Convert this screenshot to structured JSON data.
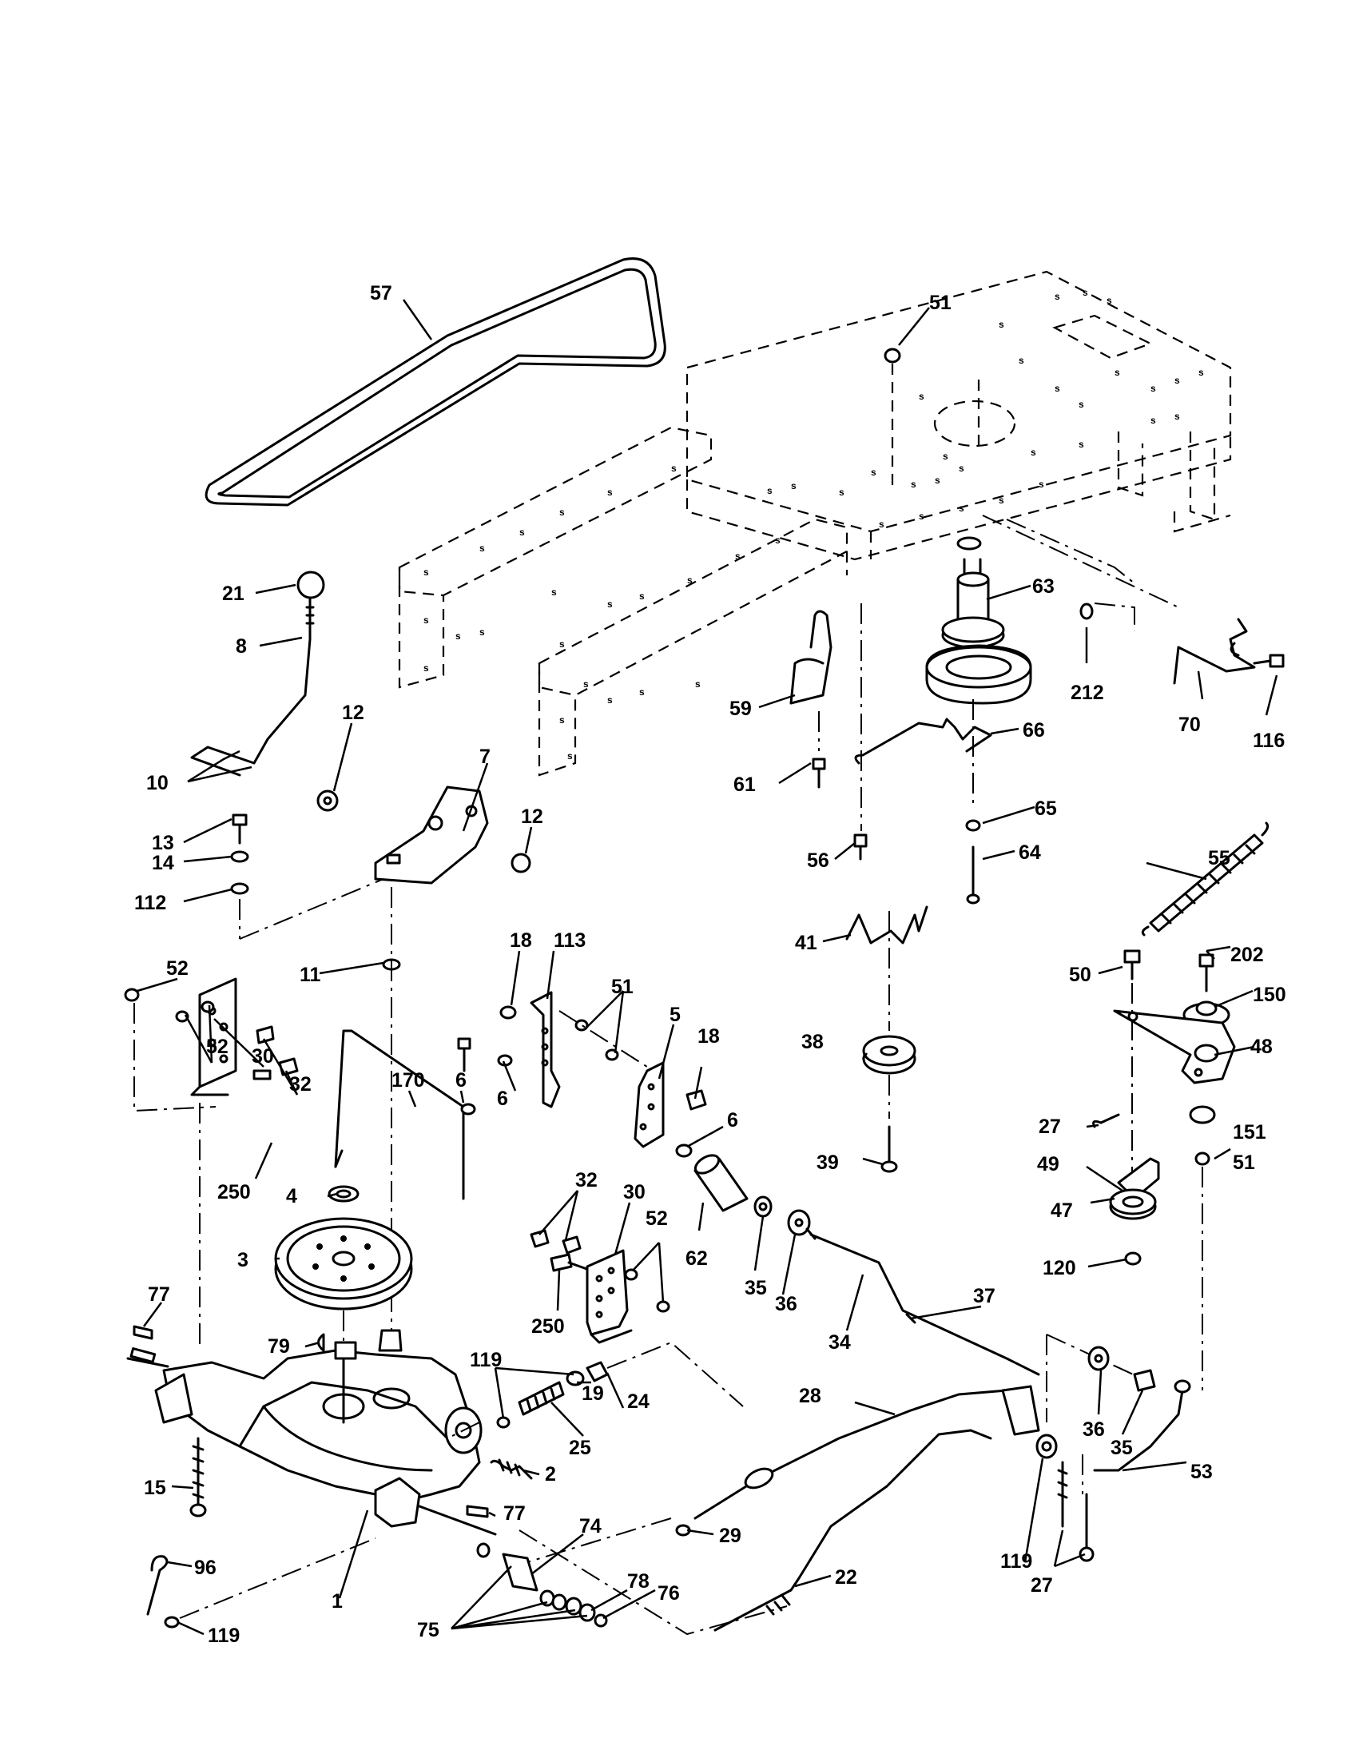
{
  "callouts": [
    {
      "id": "57",
      "text": "57"
    },
    {
      "id": "51a",
      "text": "51"
    },
    {
      "id": "21",
      "text": "21"
    },
    {
      "id": "8",
      "text": "8"
    },
    {
      "id": "63",
      "text": "63"
    },
    {
      "id": "212",
      "text": "212"
    },
    {
      "id": "70",
      "text": "70"
    },
    {
      "id": "116",
      "text": "116"
    },
    {
      "id": "59",
      "text": "59"
    },
    {
      "id": "66",
      "text": "66"
    },
    {
      "id": "12a",
      "text": "12"
    },
    {
      "id": "10",
      "text": "10"
    },
    {
      "id": "7",
      "text": "7"
    },
    {
      "id": "61",
      "text": "61"
    },
    {
      "id": "65",
      "text": "65"
    },
    {
      "id": "56",
      "text": "56"
    },
    {
      "id": "64",
      "text": "64"
    },
    {
      "id": "55",
      "text": "55"
    },
    {
      "id": "13",
      "text": "13"
    },
    {
      "id": "12b",
      "text": "12"
    },
    {
      "id": "14",
      "text": "14"
    },
    {
      "id": "112",
      "text": "112"
    },
    {
      "id": "41",
      "text": "41"
    },
    {
      "id": "18a",
      "text": "18"
    },
    {
      "id": "113",
      "text": "113"
    },
    {
      "id": "11",
      "text": "11"
    },
    {
      "id": "52a",
      "text": "52"
    },
    {
      "id": "50",
      "text": "50"
    },
    {
      "id": "202",
      "text": "202"
    },
    {
      "id": "51b",
      "text": "51"
    },
    {
      "id": "150",
      "text": "150"
    },
    {
      "id": "5",
      "text": "5"
    },
    {
      "id": "52b",
      "text": "52"
    },
    {
      "id": "30a",
      "text": "30"
    },
    {
      "id": "18b",
      "text": "18"
    },
    {
      "id": "48",
      "text": "48"
    },
    {
      "id": "38",
      "text": "38"
    },
    {
      "id": "170",
      "text": "170"
    },
    {
      "id": "6a",
      "text": "6"
    },
    {
      "id": "32a",
      "text": "32"
    },
    {
      "id": "6b",
      "text": "6"
    },
    {
      "id": "6c",
      "text": "6"
    },
    {
      "id": "27a",
      "text": "27"
    },
    {
      "id": "151",
      "text": "151"
    },
    {
      "id": "51c",
      "text": "51"
    },
    {
      "id": "39",
      "text": "39"
    },
    {
      "id": "250a",
      "text": "250"
    },
    {
      "id": "4",
      "text": "4"
    },
    {
      "id": "49",
      "text": "49"
    },
    {
      "id": "32b",
      "text": "32"
    },
    {
      "id": "30b",
      "text": "30"
    },
    {
      "id": "52c",
      "text": "52"
    },
    {
      "id": "47",
      "text": "47"
    },
    {
      "id": "3",
      "text": "3"
    },
    {
      "id": "62",
      "text": "62"
    },
    {
      "id": "35a",
      "text": "35"
    },
    {
      "id": "36a",
      "text": "36"
    },
    {
      "id": "120",
      "text": "120"
    },
    {
      "id": "77a",
      "text": "77"
    },
    {
      "id": "34",
      "text": "34"
    },
    {
      "id": "37",
      "text": "37"
    },
    {
      "id": "250b",
      "text": "250"
    },
    {
      "id": "79",
      "text": "79"
    },
    {
      "id": "119a",
      "text": "119"
    },
    {
      "id": "19",
      "text": "19"
    },
    {
      "id": "24",
      "text": "24"
    },
    {
      "id": "28",
      "text": "28"
    },
    {
      "id": "36b",
      "text": "36"
    },
    {
      "id": "35b",
      "text": "35"
    },
    {
      "id": "25",
      "text": "25"
    },
    {
      "id": "53",
      "text": "53"
    },
    {
      "id": "2",
      "text": "2"
    },
    {
      "id": "15",
      "text": "15"
    },
    {
      "id": "77b",
      "text": "77"
    },
    {
      "id": "29",
      "text": "29"
    },
    {
      "id": "74",
      "text": "74"
    },
    {
      "id": "96",
      "text": "96"
    },
    {
      "id": "22",
      "text": "22"
    },
    {
      "id": "78",
      "text": "78"
    },
    {
      "id": "76",
      "text": "76"
    },
    {
      "id": "1",
      "text": "1"
    },
    {
      "id": "119b",
      "text": "119"
    },
    {
      "id": "119c",
      "text": "119"
    },
    {
      "id": "27b",
      "text": "27"
    },
    {
      "id": "75",
      "text": "75"
    }
  ]
}
